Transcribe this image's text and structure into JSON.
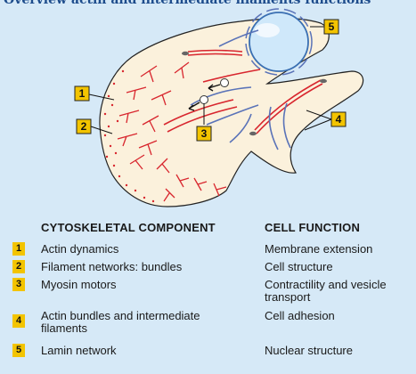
{
  "title": "Overview actin and intermediate filaments functions",
  "callouts": [
    "1",
    "2",
    "3",
    "4",
    "5"
  ],
  "legend": {
    "component_header": "CYTOSKELETAL COMPONENT",
    "function_header": "CELL FUNCTION",
    "rows": [
      {
        "num": "1",
        "component": "Actin dynamics",
        "function": "Membrane extension"
      },
      {
        "num": "2",
        "component": "Filament networks: bundles",
        "function": "Cell structure"
      },
      {
        "num": "3",
        "component": "Myosin motors",
        "function": "Contractility and vesicle transport"
      },
      {
        "num": "4",
        "component": "Actin bundles and intermediate filaments",
        "function": "Cell adhesion"
      },
      {
        "num": "5",
        "component": "Lamin network",
        "function": "Nuclear structure"
      }
    ]
  },
  "colors": {
    "background": "#d6e9f7",
    "cell_fill": "#fbf1dc",
    "actin": "#d8262e",
    "intermediate_filament": "#5a73b8",
    "nucleus": "#cfe8fa",
    "badge": "#f3c400"
  }
}
